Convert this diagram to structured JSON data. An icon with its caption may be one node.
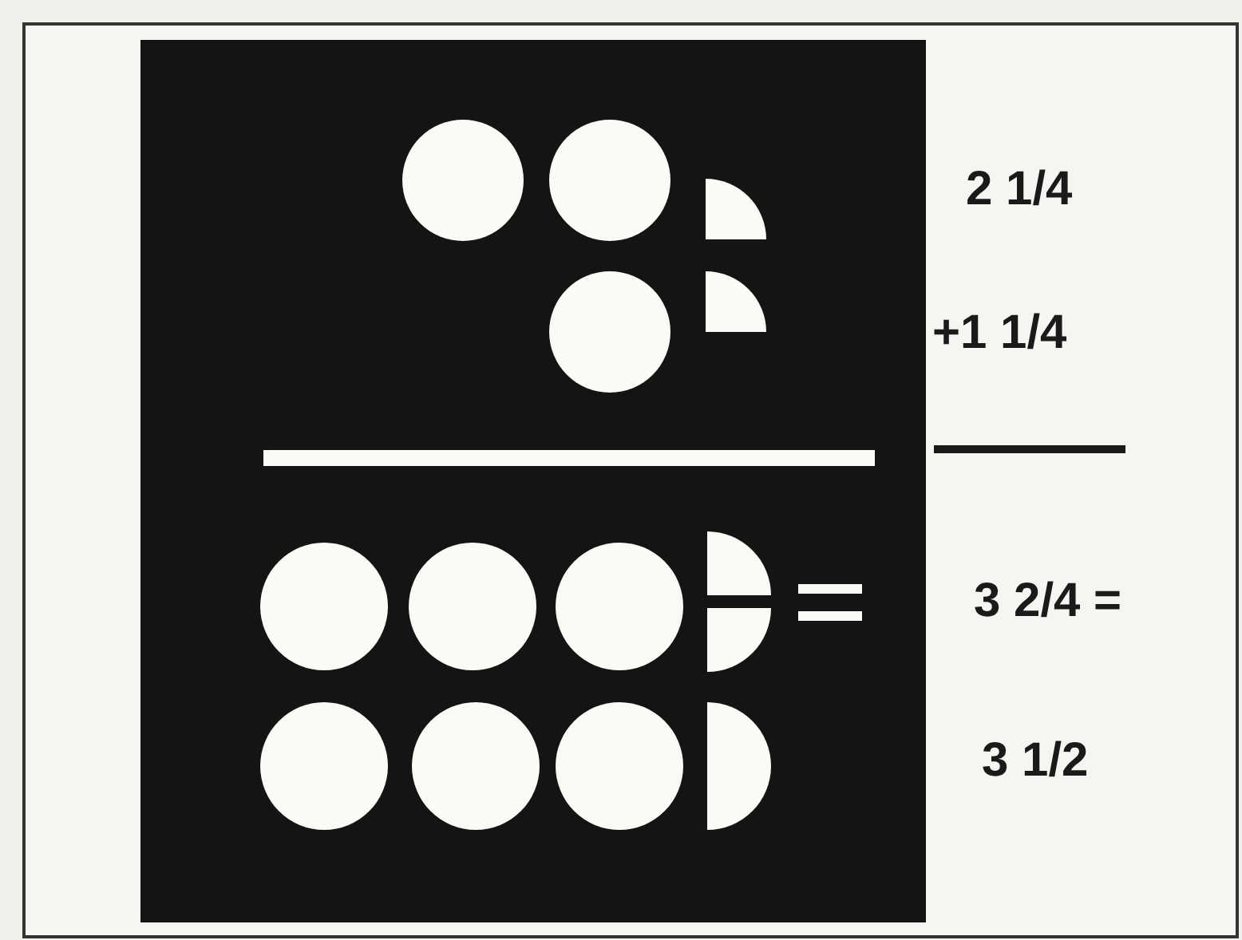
{
  "diagram": {
    "labels": [
      "2 1/4",
      "+1 1/4",
      "3 2/4 =",
      "3 1/2"
    ]
  }
}
